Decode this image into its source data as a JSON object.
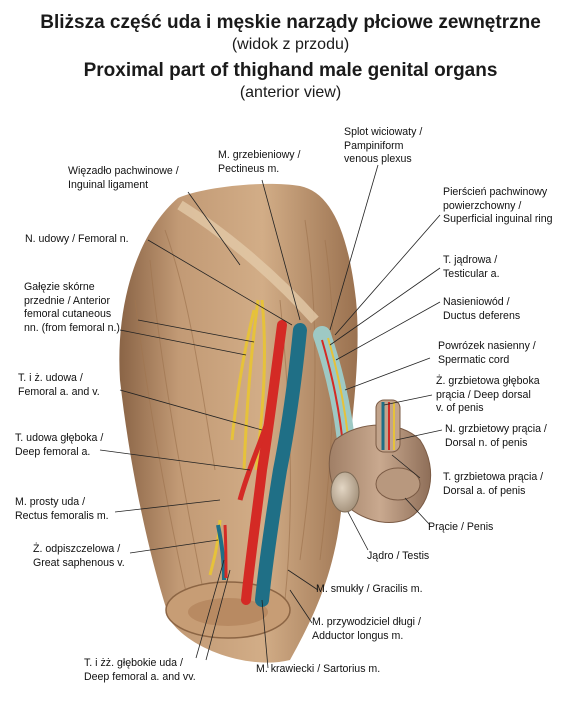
{
  "titles": {
    "polish": "Bliższa część uda i męskie narządy płciowe zewnętrzne",
    "polish_view": "(widok z przodu)",
    "english": "Proximal part of thighand male genital organs",
    "english_view": "(anterior view)"
  },
  "labels": {
    "pampiniform": "Splot wiciowaty /\nPampiniform\nvenous plexus",
    "pectineus": "M. grzebieniowy /\nPectineus m.",
    "inguinal_ligament": "Więzadło pachwinowe /\nInguinal ligament",
    "superficial_ring": "Pierścień pachwinowy\npowierzchowny /\nSuperficial inguinal ring",
    "femoral_n": "N. udowy / Femoral n.",
    "testicular_a": "T. jądrowa /\nTesticular a.",
    "anterior_cutaneous": "Gałęzie skórne\nprzednie / Anterior\nfemoral cutaneous\nnn. (from femoral n.)",
    "ductus_deferens": "Nasieniowód /\nDuctus deferens",
    "spermatic_cord": "Powrózek nasienny /\nSpermatic cord",
    "femoral_av": "T. i ż. udowa /\nFemoral a. and v.",
    "deep_dorsal_v": "Ż. grzbietowa głęboka\nprącia / Deep dorsal\nv. of penis",
    "deep_femoral_a": "T. udowa głęboka /\nDeep femoral a.",
    "dorsal_n": "N. grzbietowy prącia /\nDorsal n. of penis",
    "dorsal_a": "T. grzbietowa prącia /\nDorsal a. of penis",
    "rectus_femoris": "M. prosty uda /\nRectus femoralis m.",
    "penis": "Prącie / Penis",
    "great_saphenous": "Ż. odpiszczelowa /\nGreat saphenous v.",
    "testis": "Jądro / Testis",
    "gracilis": "M. smukły / Gracilis m.",
    "adductor_longus": "M. przywodziciel długi /\nAdductor longus m.",
    "deep_femoral_av": "T. i żż. głębokie uda /\nDeep femoral a. and vv.",
    "sartorius": "M. krawiecki / Sartorius m."
  },
  "colors": {
    "muscle": "#c9a07a",
    "muscle_dark": "#a57a55",
    "artery": "#d42a25",
    "vein": "#1f6f86",
    "nerve": "#e6c23a",
    "cord": "#9ec9c4",
    "leader": "#222222"
  }
}
